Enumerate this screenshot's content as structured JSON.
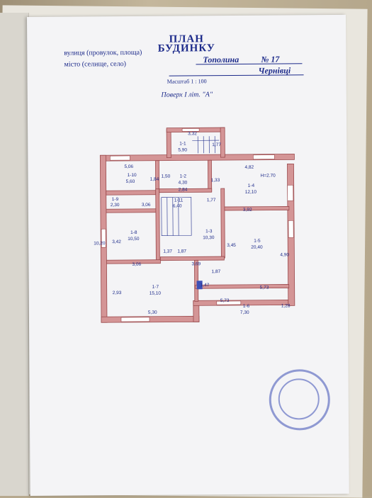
{
  "document": {
    "title_line1": "ПЛАН",
    "title_line2": "БУДИНКУ",
    "street_label": "вулиця (провулок, площа)",
    "street_value": "Тополина",
    "house_number": "№ 17",
    "city_label": "місто (селище, село)",
    "city_value": "Чернівці",
    "scale": "Масштаб 1 : 100",
    "floor_caption": "Поверх I літ. \"А\""
  },
  "plan": {
    "rooms": [
      {
        "id": "1-1",
        "area": "5,90"
      },
      {
        "id": "1-2",
        "area": "4,30"
      },
      {
        "id": "1-3",
        "area": "10,30"
      },
      {
        "id": "1-4",
        "area": "12,10"
      },
      {
        "id": "1-5",
        "area": "20,40"
      },
      {
        "id": "1-6",
        "area": "7,30"
      },
      {
        "id": "1-7",
        "area": "15,10"
      },
      {
        "id": "1-8",
        "area": "10,50"
      },
      {
        "id": "1-9",
        "area": "2,30"
      },
      {
        "id": "1-10",
        "area": "5,60"
      },
      {
        "id": "1-11",
        "area": "6,40"
      }
    ],
    "dimensions": [
      "3,32",
      "1,77",
      "5,06",
      "1,84",
      "1,50",
      "2,84",
      "1,33",
      "4,82",
      "3,06",
      "3,92",
      "1,77",
      "3,42",
      "10,20",
      "1,37",
      "1,87",
      "3,45",
      "4,90",
      "3,06",
      "3,69",
      "1,87",
      "1,47",
      "2,93",
      "5,73",
      "5,73",
      "1,28",
      "5,30"
    ],
    "ceiling_height": "H=2.70"
  },
  "colors": {
    "ink": "#1c2a8a",
    "wall": "#d49596",
    "wall_edge": "#9a4a4d"
  }
}
